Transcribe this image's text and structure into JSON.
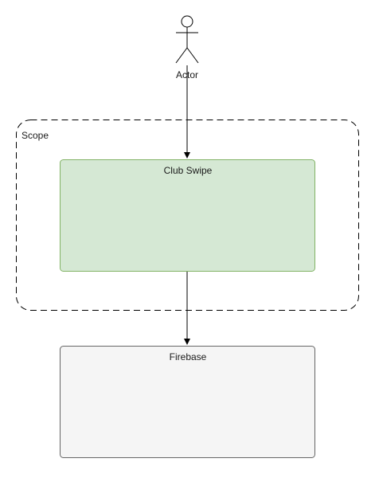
{
  "diagram": {
    "actor": {
      "label": "Actor"
    },
    "scope": {
      "label": "Scope"
    },
    "nodes": [
      {
        "id": "club-swipe",
        "label": "Club Swipe",
        "fill": "#d5e8d4",
        "stroke": "#82b366"
      },
      {
        "id": "firebase",
        "label": "Firebase",
        "fill": "#f5f5f5",
        "stroke": "#666666"
      }
    ],
    "edges": [
      {
        "from": "Actor",
        "to": "Club Swipe"
      },
      {
        "from": "Club Swipe",
        "to": "Firebase"
      }
    ]
  }
}
